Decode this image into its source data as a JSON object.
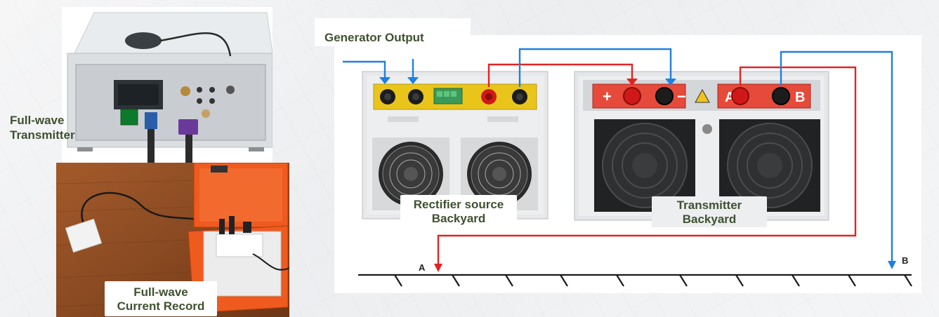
{
  "labels": {
    "full_wave_transmitter": "Full-wave\nTransmitter",
    "full_wave_current_record": "Full-wave\nCurrent Record",
    "generator_output": "Generator Output",
    "rectifier_source_backyard": "Rectifier source\nBackyard",
    "transmitter_backyard": "Transmitter\nBackyard",
    "terminal_a": "A",
    "terminal_b": "B",
    "panel_plus": "+",
    "panel_minus": "−",
    "panel_a": "A",
    "panel_b": "B"
  },
  "colors": {
    "label_text": "#3f5130",
    "wire_red": "#e02424",
    "wire_blue": "#1f7fe0",
    "case_orange": "#ef5a1f",
    "panel_yellow": "#e9c51c",
    "panel_red": "#e64a3a",
    "floor_wood": "#8a4a22"
  }
}
